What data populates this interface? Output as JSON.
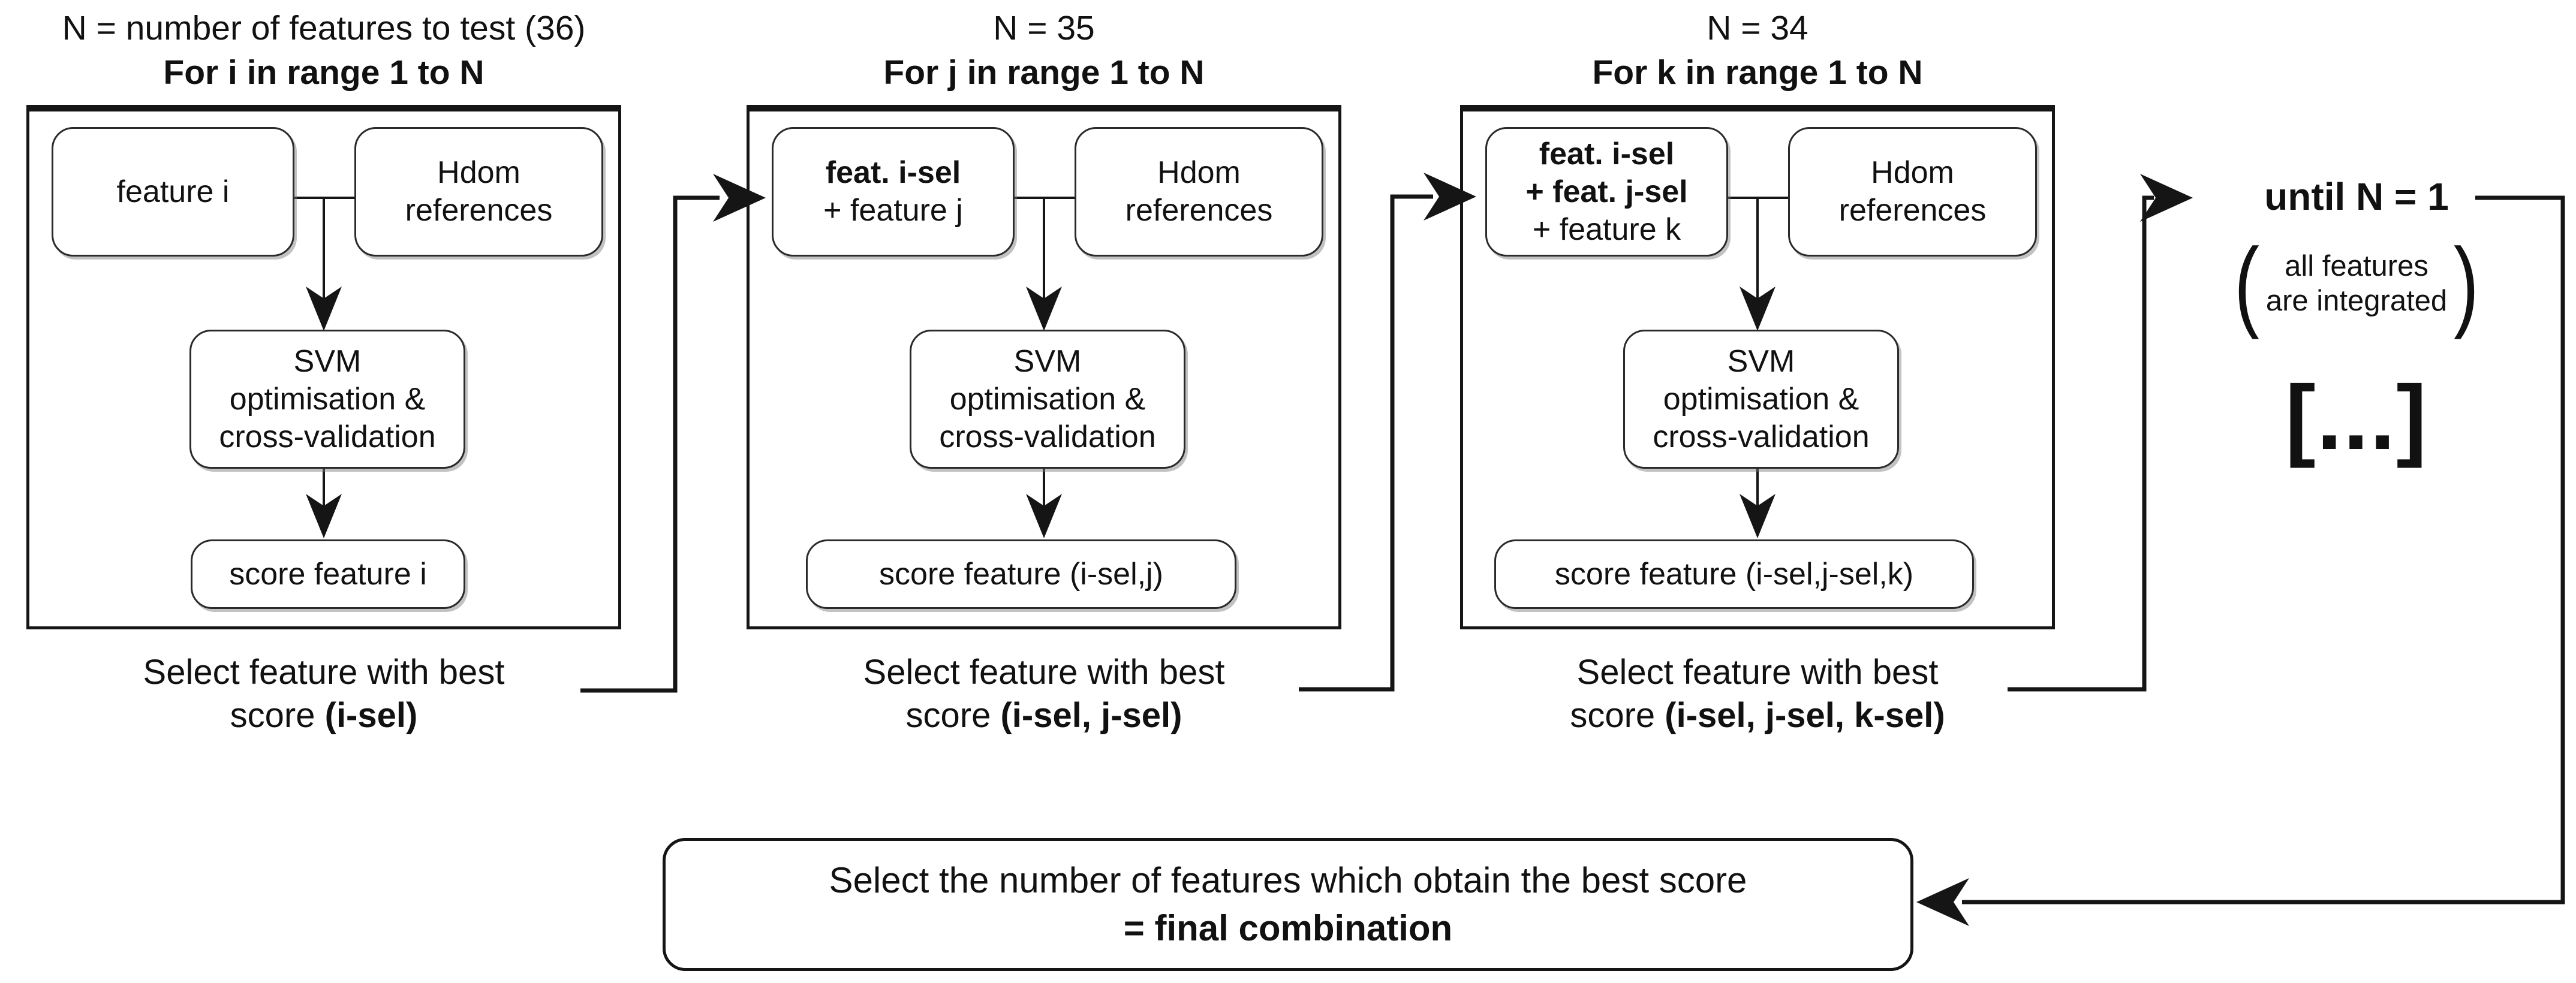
{
  "colors": {
    "ink": "#111111",
    "background": "#ffffff"
  },
  "panels": [
    {
      "header_line1": "N = number of features to test (36)",
      "header_line2": "For i in range 1 to N",
      "input_line1": "feature i",
      "reference_box": "Hdom\nreferences",
      "svm_box": "SVM\noptimisation &\ncross-validation",
      "score_box": "score feature i",
      "select_line1": "Select feature with best",
      "select_line2_prefix": "score ",
      "select_line2_bold": "(i-sel)"
    },
    {
      "header_line1": "N = 35",
      "header_line2": "For j in range 1 to N",
      "input_line1": "feat. i-sel",
      "input_line2": "+ feature j",
      "reference_box": "Hdom\nreferences",
      "svm_box": "SVM\noptimisation &\ncross-validation",
      "score_box": "score feature (i-sel,j)",
      "select_line1": "Select feature with best",
      "select_line2_prefix": "score ",
      "select_line2_bold": "(i-sel, j-sel)"
    },
    {
      "header_line1": "N = 34",
      "header_line2": "For k in range 1 to N",
      "input_line1": "feat. i-sel",
      "input_line2": "+ feat. j-sel",
      "input_line3": "+ feature k",
      "reference_box": "Hdom\nreferences",
      "svm_box": "SVM\noptimisation &\ncross-validation",
      "score_box": "score feature (i-sel,j-sel,k)",
      "select_line1": "Select feature with best",
      "select_line2_prefix": "score ",
      "select_line2_bold": "(i-sel, j-sel, k-sel)"
    }
  ],
  "until": {
    "title": "until N = 1",
    "open_paren": "(",
    "note": "all features\nare integrated",
    "close_paren": ")",
    "ellipsis": "[...]"
  },
  "final_box": {
    "line1": "Select the number of features which obtain the best score",
    "line2": "= final combination"
  }
}
